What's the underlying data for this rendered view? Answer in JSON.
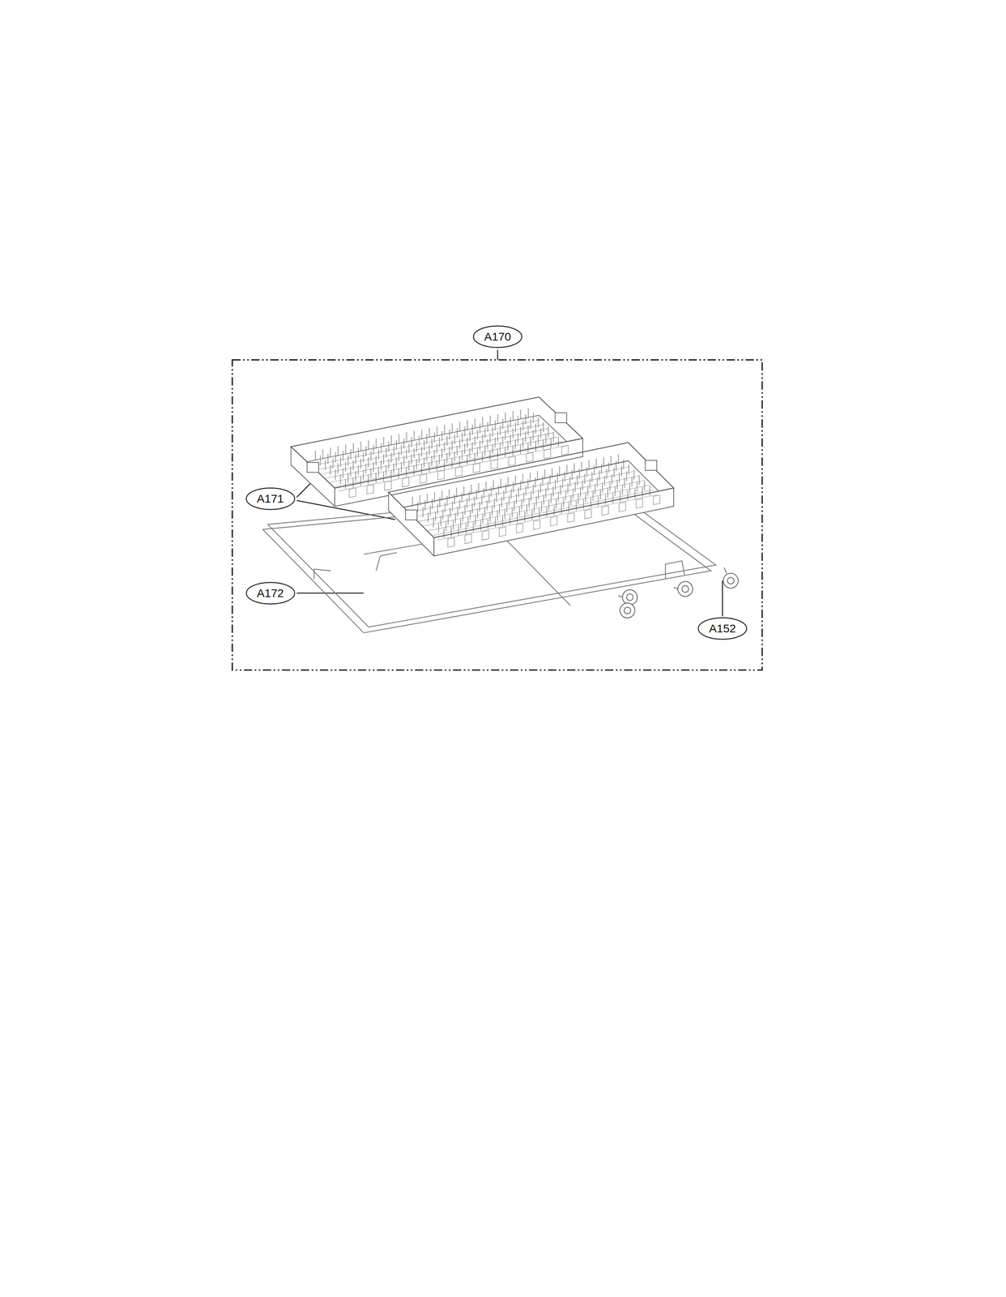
{
  "diagram": {
    "nodes": [
      {
        "text": [
          "A170"
        ]
      },
      {
        "text": [
          "A171"
        ]
      },
      {
        "text": [
          "A172"
        ]
      },
      {
        "text": [
          "A152"
        ]
      }
    ]
  }
}
